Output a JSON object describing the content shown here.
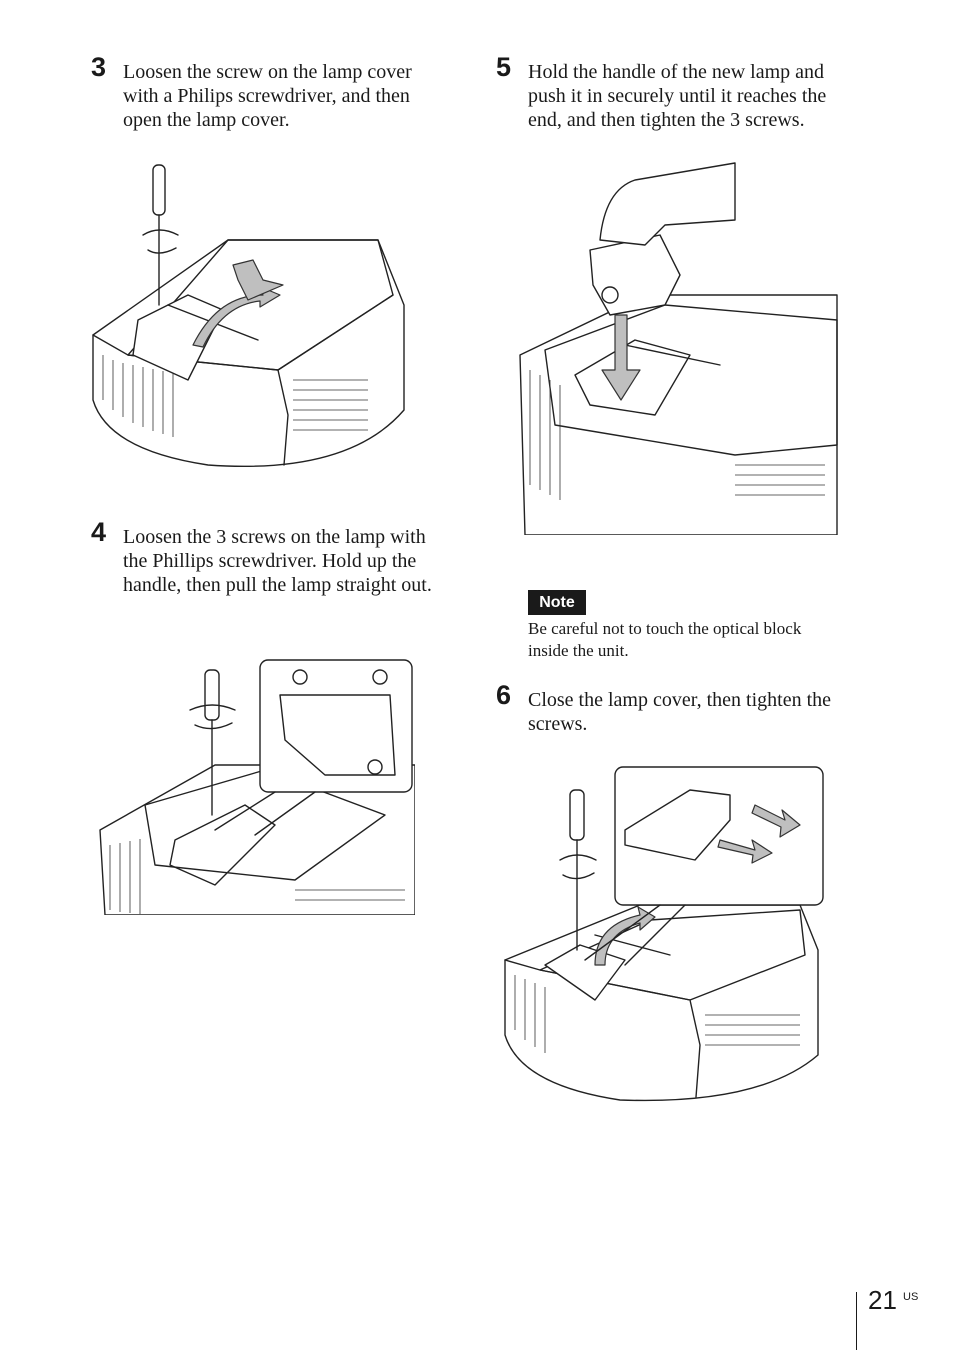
{
  "steps": [
    {
      "number": "3",
      "text": "Loosen the screw on the lamp cover\nwith a Philips screwdriver, and then\nopen the lamp cover."
    },
    {
      "number": "4",
      "text": "Loosen the 3 screws on the lamp with\nthe Phillips screwdriver. Hold up the\nhandle, then pull the lamp straight out."
    },
    {
      "number": "5",
      "text": "Hold the handle of the new lamp and\npush it in securely until it reaches the\nend, and then tighten the 3 screws."
    },
    {
      "number": "6",
      "text": "Close the lamp cover, then tighten the\nscrews."
    }
  ],
  "note": {
    "label": "Note",
    "text": "Be careful not to touch the optical block\ninside the unit."
  },
  "footer": {
    "page_number": "21",
    "page_suffix": "US"
  }
}
